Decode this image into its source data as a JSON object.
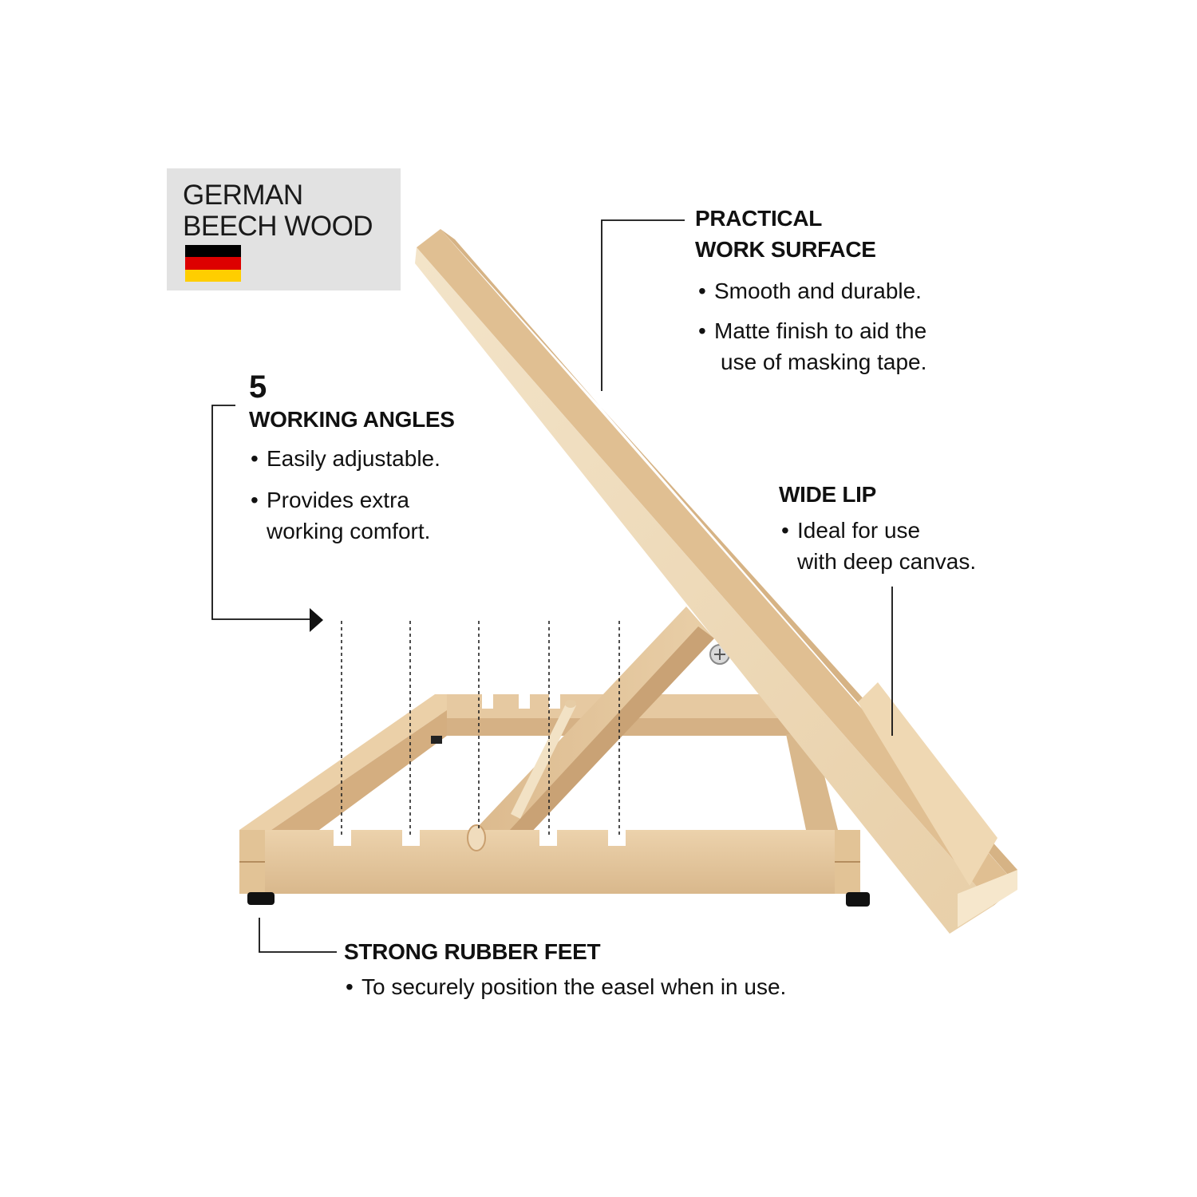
{
  "badge": {
    "line1": "GERMAN",
    "line2": "BEECH WOOD",
    "flag_icon": "german-flag-icon",
    "flag_colors": [
      "#000000",
      "#dd0000",
      "#ffce00"
    ]
  },
  "work_surface": {
    "heading_line1": "PRACTICAL",
    "heading_line2": "WORK SURFACE",
    "bullets": [
      {
        "text": "Smooth and durable."
      },
      {
        "text": "Matte finish to aid the",
        "continuation": "use of masking tape."
      }
    ]
  },
  "angles": {
    "number": "5",
    "heading": "WORKING ANGLES",
    "bullets": [
      {
        "text": "Easily adjustable."
      },
      {
        "text": "Provides extra",
        "continuation": "working comfort."
      }
    ]
  },
  "wide_lip": {
    "heading": "WIDE LIP",
    "bullets": [
      {
        "text": "Ideal for use",
        "continuation": "with deep canvas."
      }
    ]
  },
  "rubber_feet": {
    "heading": "STRONG RUBBER FEET",
    "bullets": [
      {
        "text": "To securely position the easel when in use."
      }
    ]
  },
  "bullet_char": "•",
  "colors": {
    "wood_light": "#f0dcbd",
    "wood_mid": "#e3c49b",
    "wood_dark": "#c99f6f",
    "badge_bg": "#e2e2e2",
    "text": "#111111"
  }
}
